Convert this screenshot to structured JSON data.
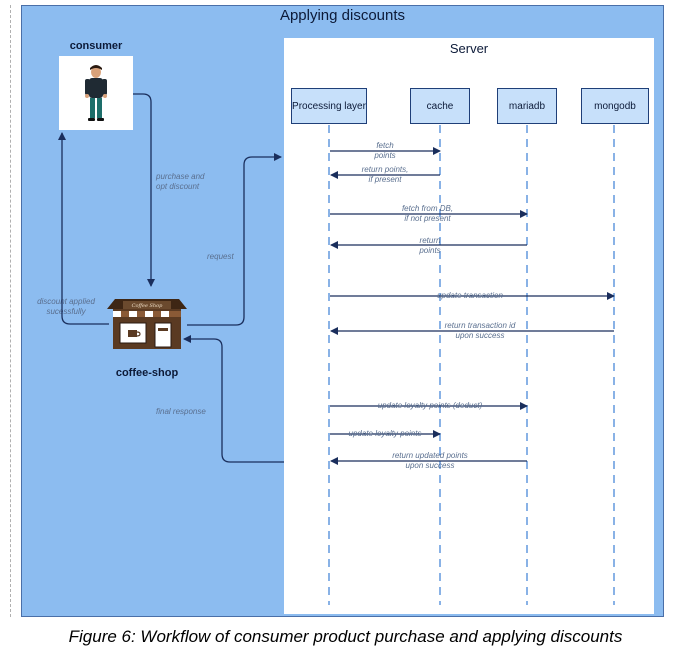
{
  "title": "Applying discounts",
  "server": {
    "label": "Server"
  },
  "participants": {
    "processing": "Processing layer",
    "cache": "cache",
    "mariadb": "mariadb",
    "mongodb": "mongodb"
  },
  "actors": {
    "consumer": "consumer",
    "coffee_shop": "coffee-shop",
    "shop_sign": "Coffee Shop"
  },
  "flow_labels": {
    "purchase": "purchase and\nopt discount",
    "request": "request",
    "discount_applied": "discount applied\nsucessfully",
    "final_response": "final response"
  },
  "messages": {
    "fetch_points": "fetch\npoints",
    "return_points": "return points,\nif present",
    "fetch_db": "fetch from DB,\nif not present",
    "return_points_db": "return\npoints",
    "update_transaction": "update transaction",
    "return_txn_id": "return transaction id\nupon success",
    "update_loyalty_deduct": "update loyalty points (deduct)",
    "update_loyalty": "update loyalty points",
    "return_updated": "return updated points\nupon success"
  },
  "caption": "Figure 6: Workflow of consumer product purchase and applying discounts",
  "colors": {
    "frame_bg": "#8cbcf0",
    "server_bg": "#ffffff",
    "participant_bg": "#c7e0fa",
    "line": "#1a2e5c",
    "lifeline": "#3b7fd6",
    "annotation": "#5a6f8f"
  }
}
